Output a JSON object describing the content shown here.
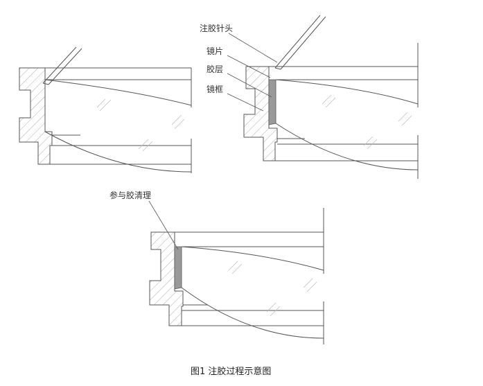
{
  "labels": {
    "needle": "注胶针头",
    "lens": "镜片",
    "glue_layer": "胶层",
    "frame": "镜框",
    "residual_glue": "参与胶清理"
  },
  "caption": "图1 注胶过程示意图"
}
